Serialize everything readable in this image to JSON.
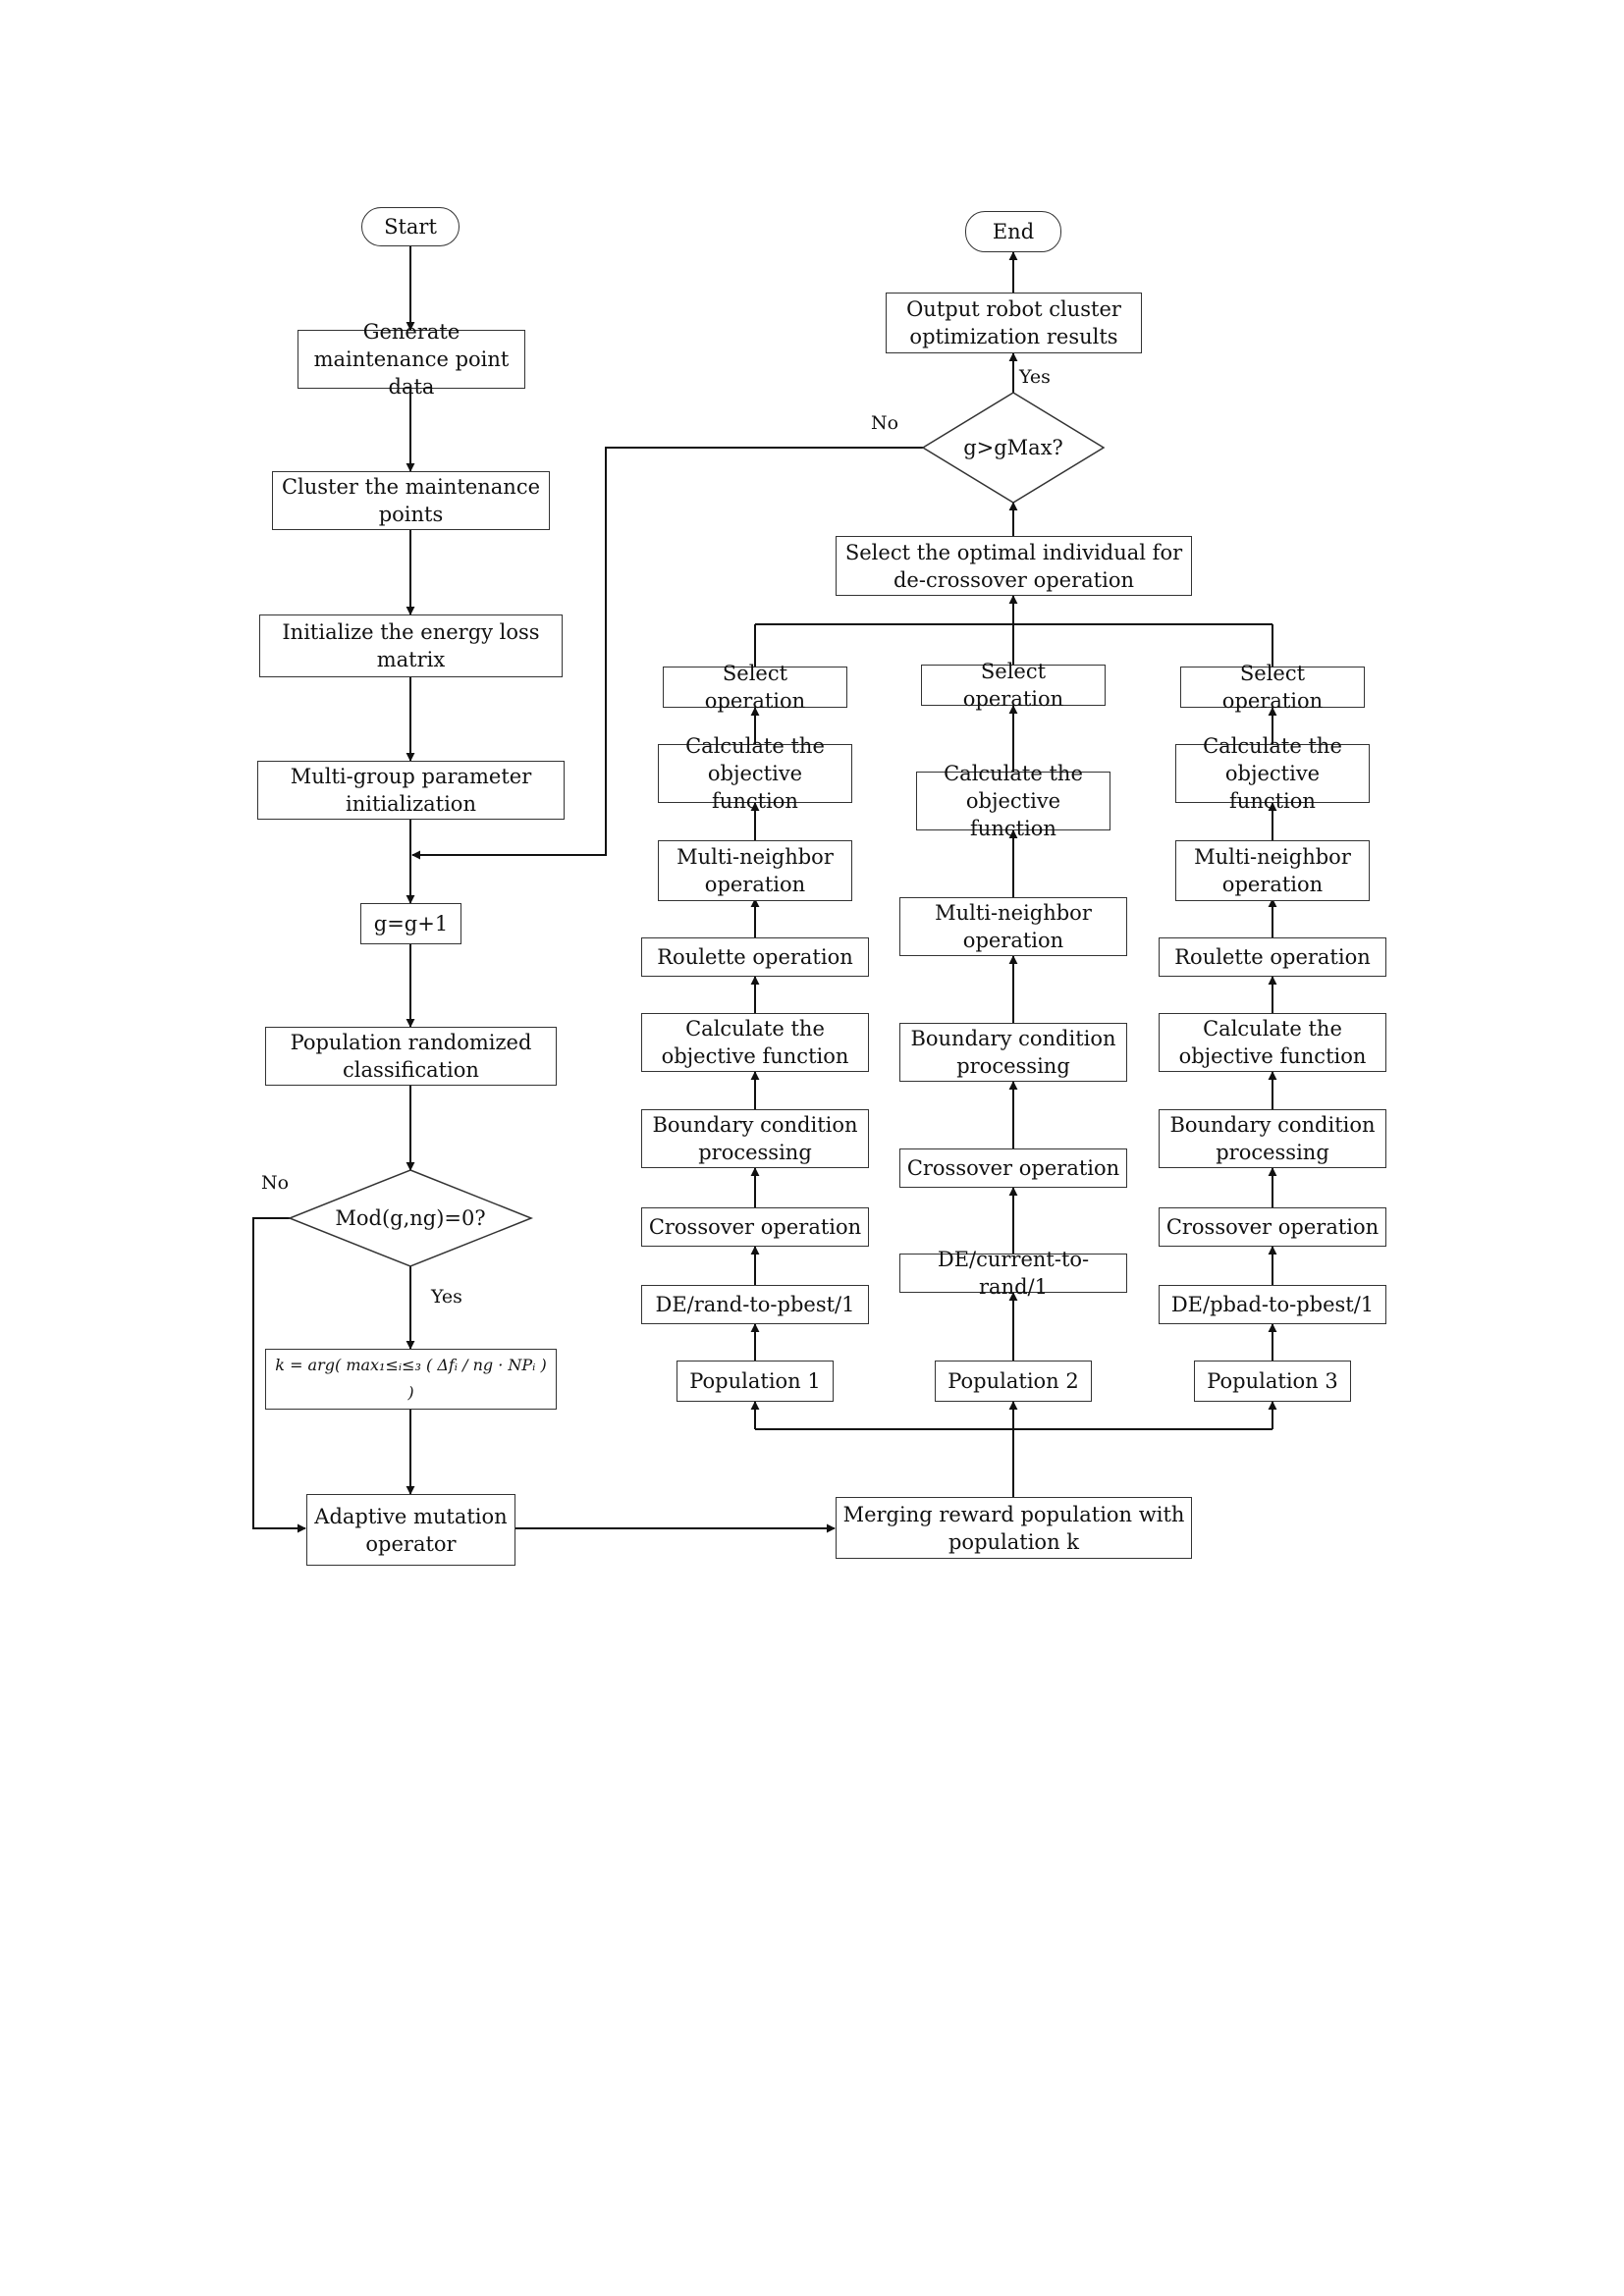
{
  "diagram": {
    "nodes": {
      "start": "Start",
      "generate": "Generate maintenance point data",
      "cluster": "Cluster the maintenance points",
      "init_energy": "Initialize the energy loss matrix",
      "multi_group": "Multi-group parameter initialization",
      "g_increment": "g=g+1",
      "pop_random": "Population randomized classification",
      "mod_check": "Mod(g,ng)=0?",
      "k_formula": "k = arg( max₁≤ᵢ≤₃ ( Δfᵢ / ng · NPᵢ ) )",
      "adaptive": "Adaptive mutation operator",
      "merging": "Merging reward population with population k",
      "pop1": "Population 1",
      "pop2": "Population 2",
      "pop3": "Population 3",
      "de1": "DE/rand-to-pbest/1",
      "de2": "DE/current-to-rand/1",
      "de3": "DE/pbad-to-pbest/1",
      "cross1": "Crossover operation",
      "cross2": "Crossover operation",
      "cross3": "Crossover operation",
      "bound1": "Boundary condition processing",
      "bound2": "Boundary condition processing",
      "bound3": "Boundary condition processing",
      "calc1a": "Calculate the objective function",
      "calc3a": "Calculate the objective function",
      "roulette1": "Roulette operation",
      "roulette3": "Roulette operation",
      "multi1": "Multi-neighbor operation",
      "multi2": "Multi-neighbor operation",
      "multi3": "Multi-neighbor operation",
      "calc1b": "Calculate the objective function",
      "calc2": "Calculate the objective function",
      "calc3b": "Calculate the objective function",
      "select1": "Select operation",
      "select2": "Select operation",
      "select3": "Select operation",
      "select_optimal": "Select the optimal individual for de-crossover operation",
      "gmax_check": "g>gMax?",
      "output": "Output robot cluster optimization results",
      "end": "End"
    },
    "labels": {
      "no_gmax": "No",
      "yes_gmax": "Yes",
      "no_mod": "No",
      "yes_mod": "Yes"
    }
  }
}
